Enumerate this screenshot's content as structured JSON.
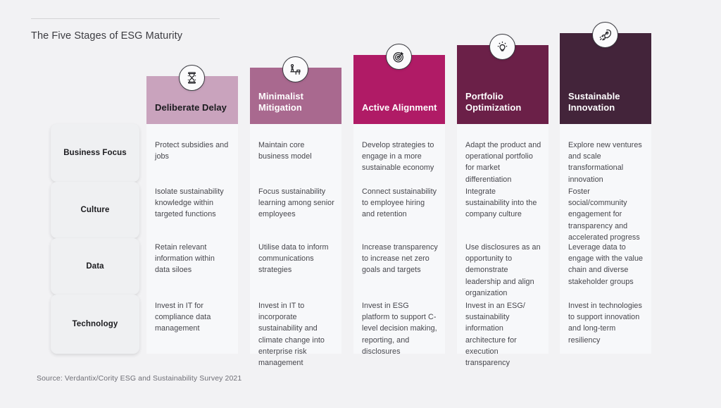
{
  "page": {
    "title": "The Five Stages of ESG Maturity",
    "source": "Source: Verdantix/Cority ESG and Sustainability Survey 2021",
    "background_color": "#f2f2f4",
    "body_panel_color": "#f7f8fa"
  },
  "rows": [
    {
      "label": "Business Focus"
    },
    {
      "label": "Culture"
    },
    {
      "label": "Data"
    },
    {
      "label": "Technology"
    }
  ],
  "stages": [
    {
      "title": "Deliberate Delay",
      "title_lines": [
        "Deliberate Delay"
      ],
      "icon": "hourglass-icon",
      "header_color": "#c9a3bd",
      "title_color": "#1b1b1f",
      "cells": [
        "Protect subsidies and jobs",
        "Isolate sustainability knowledge within targeted functions",
        "Retain relevant information within data siloes",
        "Invest in IT for compliance data management"
      ]
    },
    {
      "title": "Minimalist Mitigation",
      "title_lines": [
        "Minimalist",
        "Mitigation"
      ],
      "icon": "person-at-desk-icon",
      "header_color": "#a9698f",
      "title_color": "#ffffff",
      "cells": [
        "Maintain core business model",
        "Focus sustainability learning among senior employees",
        "Utilise data to inform communications strategies",
        "Invest in IT to incorporate sustainability and climate change into enterprise risk management"
      ]
    },
    {
      "title": "Active Alignment",
      "title_lines": [
        "Active Alignment"
      ],
      "icon": "target-icon",
      "header_color": "#b01b66",
      "title_color": "#ffffff",
      "cells": [
        "Develop strategies to engage in a more sustainable economy",
        "Connect sustainability to employee hiring and retention",
        "Increase transparency to increase net zero goals and targets",
        "Invest in ESG platform to support C-level decision making, reporting, and disclosures"
      ]
    },
    {
      "title": "Portfolio Optimization",
      "title_lines": [
        "Portfolio",
        "Optimization"
      ],
      "icon": "lightbulb-icon",
      "header_color": "#6b2048",
      "title_color": "#ffffff",
      "cells": [
        "Adapt the product and operational portfolio for market differentiation",
        "Integrate sustainability into the company culture",
        "Use disclosures as an opportunity to demonstrate leadership and align organization",
        "Invest in an ESG/ sustainability information architecture for execution transparency"
      ]
    },
    {
      "title": "Sustainable Innovation",
      "title_lines": [
        "Sustainable",
        "Innovation"
      ],
      "icon": "rocket-icon",
      "header_color": "#43243a",
      "title_color": "#ffffff",
      "cells": [
        "Explore new ventures and scale transformational innovation",
        "Foster social/community engagement for transparency and accelerated progress",
        "Leverage data to engage with the value chain and diverse stakeholder groups",
        "Invest in technologies to support innovation and long-term resiliency"
      ]
    }
  ]
}
